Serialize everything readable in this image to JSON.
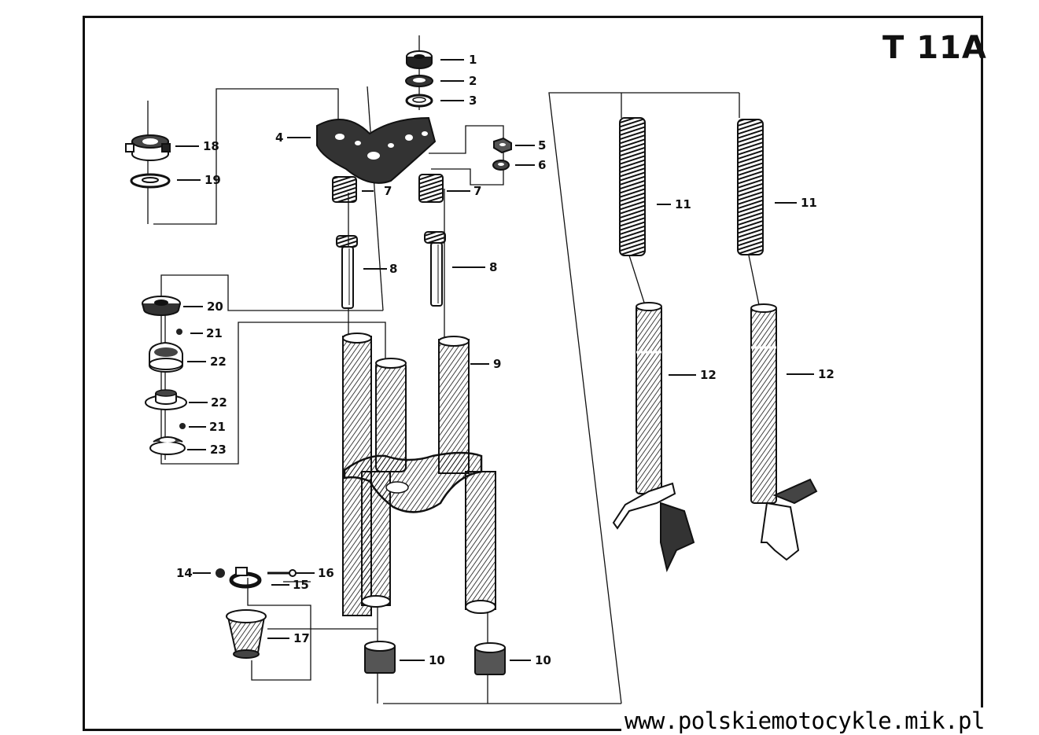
{
  "sheet": {
    "code": "T 11A"
  },
  "watermark": "www.polskiemotocykle.mik.pl",
  "callouts": {
    "c1": "1",
    "c2": "2",
    "c3": "3",
    "c4": "4",
    "c5": "5",
    "c6": "6",
    "c7a": "7",
    "c7b": "7",
    "c8a": "8",
    "c8b": "8",
    "c9": "9",
    "c10a": "10",
    "c10b": "10",
    "c11a": "11",
    "c11b": "11",
    "c12a": "12",
    "c12b": "12",
    "c14": "14",
    "c15": "15",
    "c16": "16",
    "c17": "17",
    "c18": "18",
    "c19": "19",
    "c20": "20",
    "c21a": "21",
    "c21b": "21",
    "c22a": "22",
    "c22b": "22",
    "c23": "23"
  }
}
